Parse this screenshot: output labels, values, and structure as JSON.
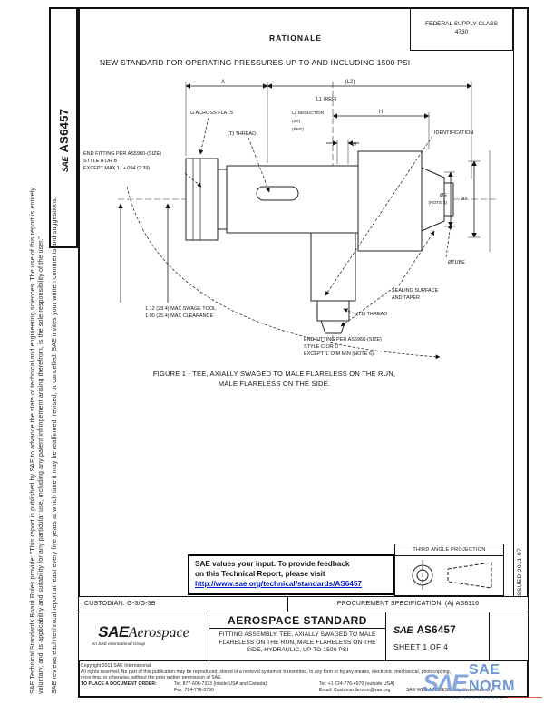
{
  "doc": {
    "sae": "SAE",
    "number": "AS6457",
    "sheet": "SHEET 1 OF 4",
    "side_number": "AS6457",
    "issued_vertical": "ISSUED 2011-07"
  },
  "left_margin": {
    "disclaimer_line1": "SAE Technical Standards Board Rules provide: \"This report is published by SAE to advance the state of technical and engineering sciences. The use of this report is entirely",
    "disclaimer_line2": "voluntary, and its applicability and suitability for any particular use, including any patent infringement arising therefrom, is the sole responsibility of the user.\"",
    "disclaimer_line3": "SAE reviews each technical report at least every five years at which time it may be reaffirmed, revised, or cancelled. SAE invites your written comments and suggestions."
  },
  "header": {
    "fsc_label": "FEDERAL SUPPLY CLASS",
    "fsc_value": "4730",
    "rationale_title": "RATIONALE",
    "rationale_text": "NEW STANDARD FOR OPERATING PRESSURES UP TO AND INCLUDING 1500 PSI"
  },
  "figure": {
    "caption_line1": "FIGURE 1 - TEE, AXIALLY SWAGED TO MALE FLARELESS ON THE RUN,",
    "caption_line2": "MALE FLARELESS ON THE SIDE.",
    "labels": {
      "g_across_flats": "G ACROSS FLATS",
      "t_thread": "(T) THREAD",
      "t1_thread": "(T1) THREAD",
      "identification": "IDENTIFICATION",
      "dim_a": "A",
      "dim_l2": "(L2)",
      "dim_l1_ref": "L1 (REF)",
      "dim_h": "H",
      "dim_w": "W",
      "stack_1": "L2 DEDUCTION",
      "stack_2": "(2X)",
      "stack_3": "(REF)",
      "dim_oe": "ØE",
      "dim_oe_note": "(NOTE 3)",
      "dim_ot": "ØT",
      "o_tube": "ØTUBE",
      "taper_1": "SEALING SURFACE",
      "taper_2": "AND TAPER"
    },
    "notes": {
      "left_1": "END FITTING PER AS5960-(SIZE)",
      "left_2": "STYLE A OR B",
      "left_3": "EXCEPT MAX 'L' +.094 (2.39)",
      "bottom_1": "END FITTING PER AS5960-(SIZE)",
      "bottom_2": "STYLE C OR D",
      "bottom_3": "EXCEPT 'L' DIM MIN (NOTE 6)",
      "swing_1": "1.12 (28.4) MAX SWAGE TOOL",
      "swing_2": "1.00 (25.4) MAX CLEARANCE"
    }
  },
  "feedback": {
    "line1": "SAE values your input. To provide feedback",
    "line2": "on this Technical Report, please visit",
    "url": "http://www.sae.org/technical/standards/AS6457"
  },
  "projection": {
    "label": "THIRD ANGLE PROJECTION"
  },
  "title_block": {
    "custodian": "CUSTODIAN: G-3/G-3B",
    "procurement": "PROCUREMENT SPECIFICATION: (A) AS8116",
    "org_prefix": "SAE",
    "org_name": "Aerospace",
    "org_sub": "An SAE International Group",
    "heading": "AEROSPACE STANDARD",
    "title_line1": "FITTING ASSEMBLY, TEE, AXIALLY SWAGED TO MALE",
    "title_line2": "FLARELESS ON THE RUN, MALE FLARELESS ON THE",
    "title_line3": "SIDE, HYDRAULIC, UP TO 1500 PSI"
  },
  "footer": {
    "copyright": "Copyright 2011 SAE International",
    "rights_line1": "All rights reserved. No part of this publication may be reproduced, stored in a retrieval system or transmitted, in any form or by any means, electronic, mechanical, photocopying,",
    "rights_line2": "recording, or otherwise, without the prior written permission of SAE.",
    "order_label": "TO PLACE A DOCUMENT ORDER:",
    "tel_inside": "Tel: 877-606-7323 (inside USA and Canada)",
    "tel_outside": "Tel: +1 724-776-4970 (outside USA)",
    "fax": "Fax: 724-776-0790",
    "email": "Email: CustomerService@sae.org",
    "web": "SAE WEB ADDRESS: http://www.sae.org"
  },
  "watermark": {
    "logo": "SΛE",
    "name": "SAE NORM",
    "sub": "INTERNATIONAL",
    "accent_blue": "#4d7fc9",
    "accent_red": "#cf4038"
  }
}
